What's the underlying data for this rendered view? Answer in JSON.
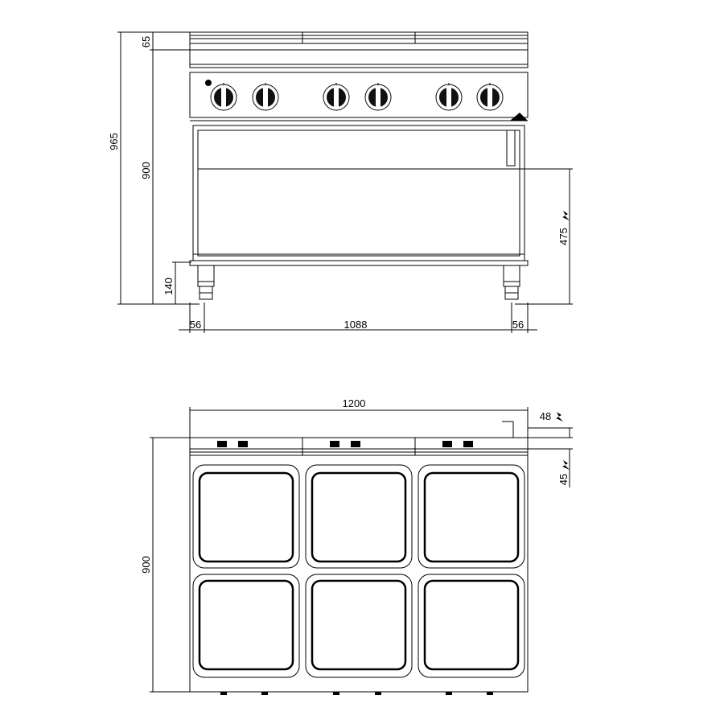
{
  "front_view": {
    "dims": {
      "total_height": "965",
      "top_height": "65",
      "body_height": "900",
      "leg_height": "140",
      "connection_height": "475",
      "left_offset": "56",
      "inner_width": "1088",
      "right_offset": "56"
    },
    "knob_count": 6
  },
  "top_view": {
    "dims": {
      "overall_width": "1200",
      "depth": "900",
      "rear_offset": "48",
      "side_offset": "45"
    },
    "hotplate_count": 6
  },
  "icons": {
    "electric_symbol": "lightning-icon"
  }
}
